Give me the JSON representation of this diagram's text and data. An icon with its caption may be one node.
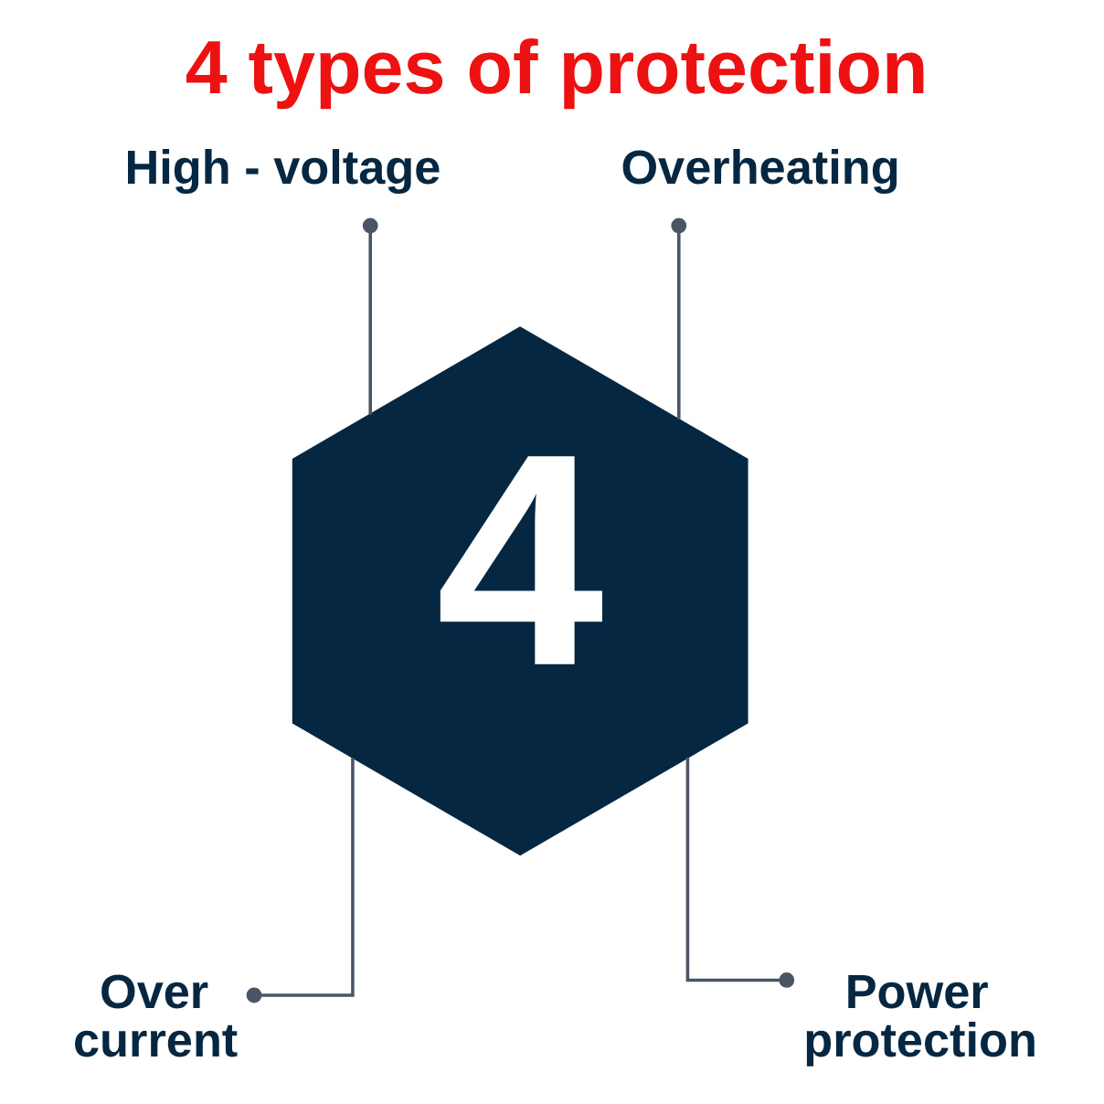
{
  "diagram": {
    "title": "4 types of protection",
    "nodes": [
      {
        "text": [
          "High - voltage"
        ]
      },
      {
        "text": [
          "Overheating"
        ]
      },
      {
        "text": [
          "4"
        ]
      },
      {
        "text": [
          "Over current"
        ]
      },
      {
        "text": [
          "Power protection"
        ]
      }
    ],
    "edges": [
      {
        "from": 0,
        "to": 2,
        "arrow": "other"
      },
      {
        "from": 1,
        "to": 2,
        "arrow": "other"
      },
      {
        "from": 3,
        "to": 2,
        "arrow": "other"
      },
      {
        "from": 4,
        "to": 2,
        "arrow": "other"
      }
    ]
  }
}
